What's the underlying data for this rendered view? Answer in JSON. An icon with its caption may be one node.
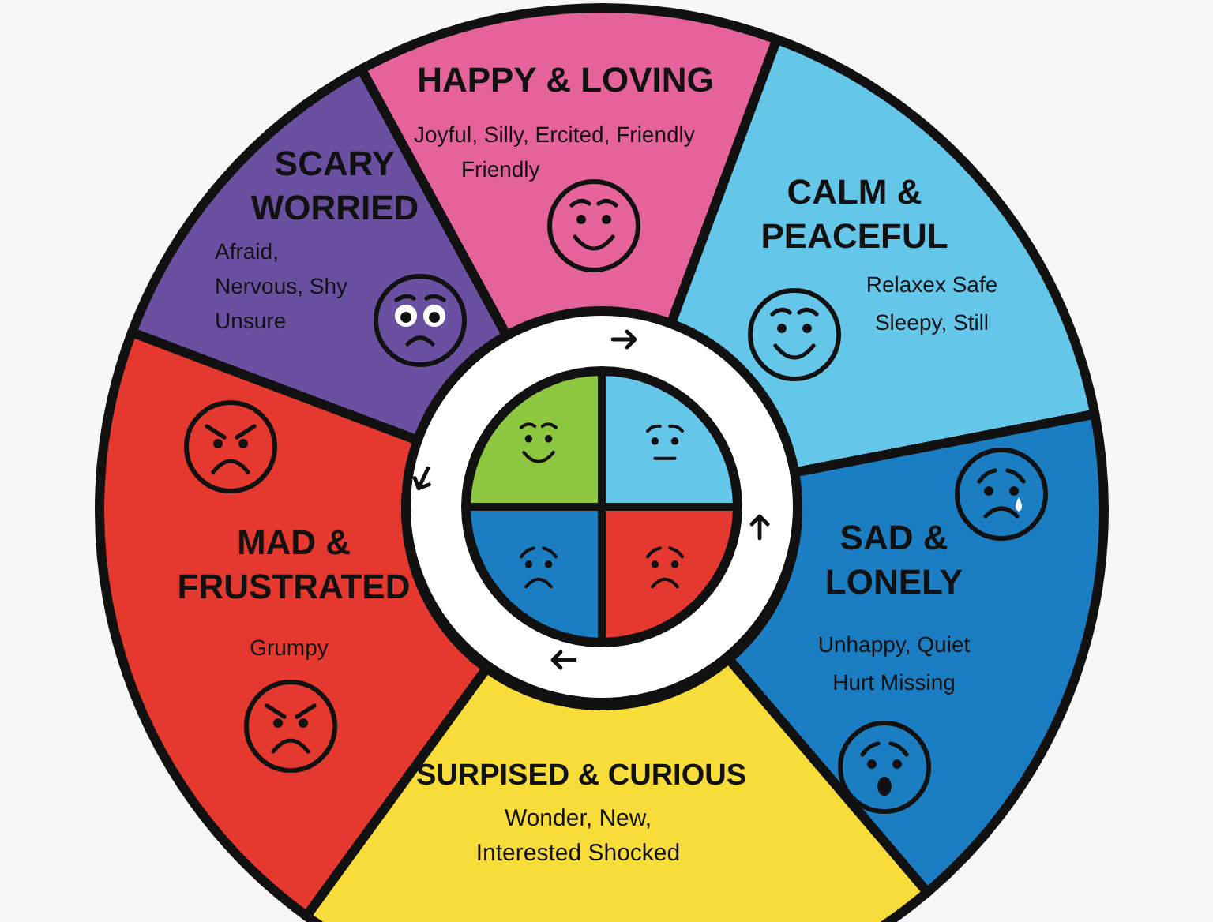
{
  "diagram": {
    "nodes": [
      {
        "text": [
          "HAPPY & LOVING",
          "Joyful, Silly, Ercited, Friendly Friendly"
        ]
      },
      {
        "text": [
          "SCARY WORRIED",
          "Afraid, Nervous, Shy Unsure"
        ]
      },
      {
        "text": [
          "CALM & PEACEFUL",
          "Relaxex Safe Sleepy, Still"
        ]
      },
      {
        "text": [
          "MAD & FRUSTRATED",
          "Grumpy"
        ]
      },
      {
        "text": [
          "SAD & LONELY",
          "Unhappy, Quiet Hurt Missing"
        ]
      },
      {
        "text": [
          "SURPISED & CURIOUS",
          "Wonder, New, Interested Shocked"
        ]
      }
    ],
    "edges": []
  }
}
